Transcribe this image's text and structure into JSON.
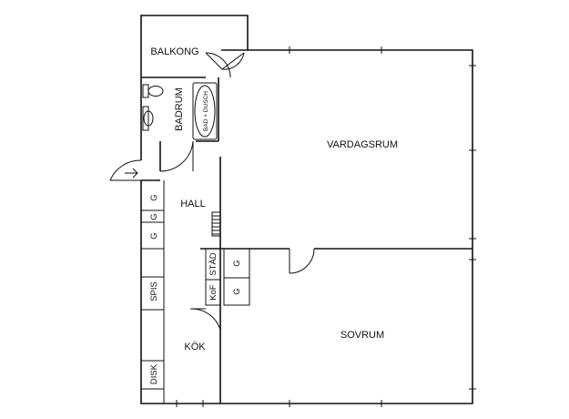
{
  "rooms": {
    "balkong": "BALKONG",
    "badrum": "BADRUM",
    "bad_dusch": "BAD + DUSCH",
    "vardagsrum": "VARDAGSRUM",
    "hall": "HALL",
    "sovrum": "SOVRUM",
    "kok": "KÖK"
  },
  "fixtures": {
    "g": "G",
    "stad": "STÄD",
    "kof": "KoF",
    "spis": "SPIS",
    "disk": "DISK"
  },
  "entrance": {
    "arrow_icon": "arrow-right-icon"
  }
}
